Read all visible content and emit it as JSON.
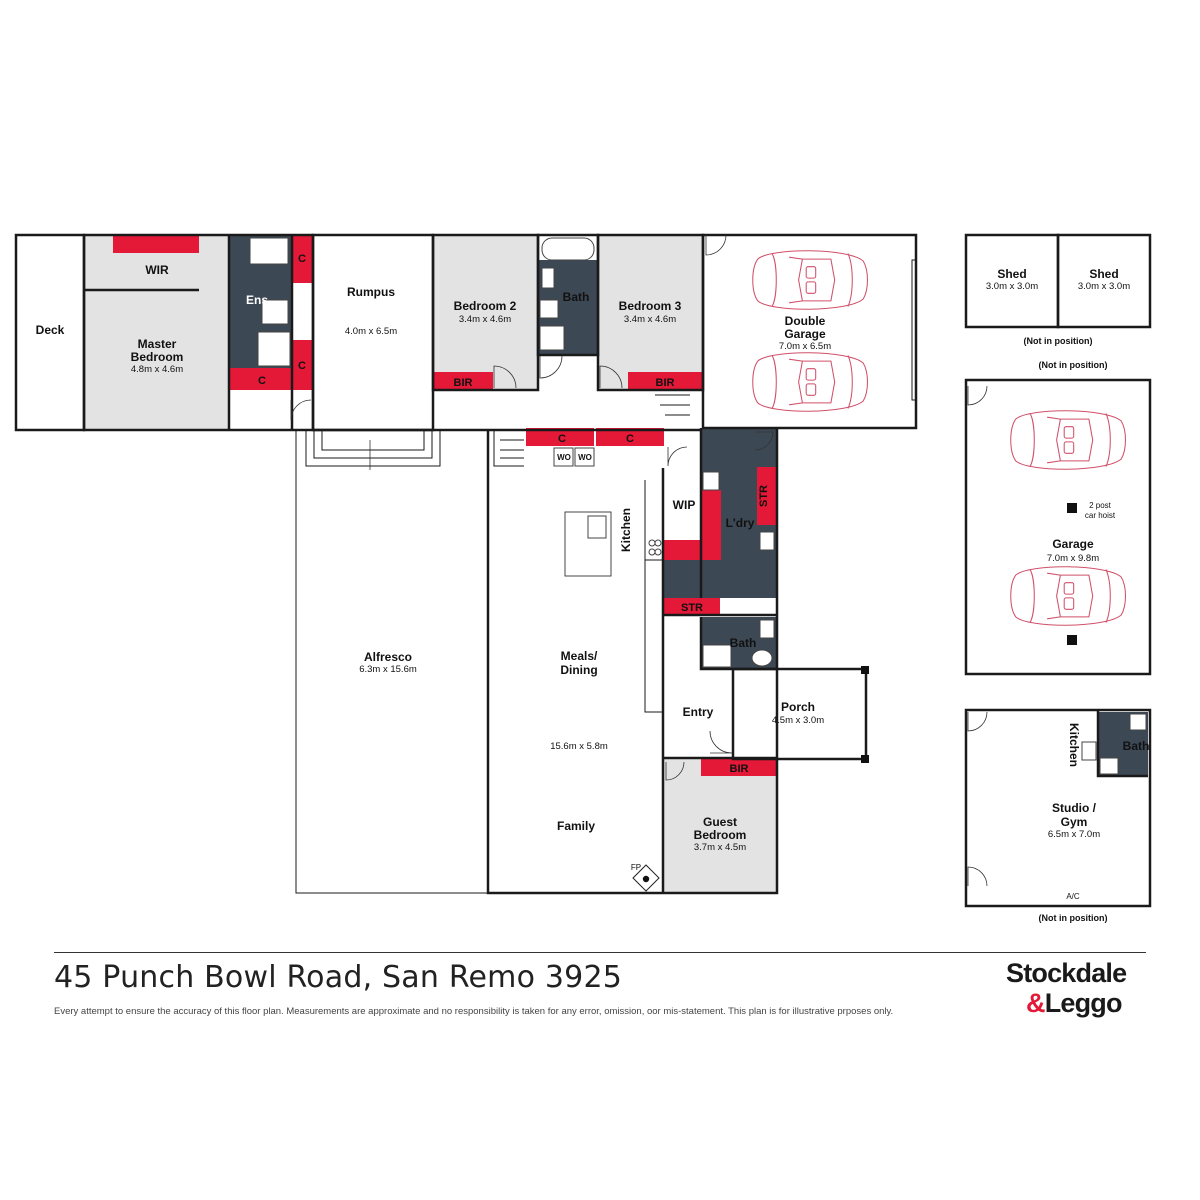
{
  "colors": {
    "built_in": "#e31937",
    "wet_area": "#3d4855",
    "room_fill": "#e3e3e3",
    "car": "#d0506a"
  },
  "rooms": {
    "deck": "Deck",
    "wir": "WIR",
    "master_bedroom": {
      "name_line1": "Master",
      "name_line2": "Bedroom",
      "dim": "4.8m x 4.6m"
    },
    "ensuite": "Ens",
    "rumpus": {
      "name": "Rumpus",
      "dim": "4.0m x 6.5m"
    },
    "bedroom2": {
      "name": "Bedroom 2",
      "dim": "3.4m x 4.6m"
    },
    "bath_upper": "Bath",
    "bedroom3": {
      "name": "Bedroom 3",
      "dim": "3.4m x 4.6m"
    },
    "double_garage": {
      "name_line1": "Double",
      "name_line2": "Garage",
      "dim": "7.0m x 6.5m"
    },
    "alfresco": {
      "name": "Alfresco",
      "dim": "6.3m x 15.6m"
    },
    "kitchen": "Kitchen",
    "wip": "WIP",
    "laundry": "L'dry",
    "meals_dining": {
      "name_line1": "Meals/",
      "name_line2": "Dining",
      "dim": "15.6m x 5.8m"
    },
    "family": "Family",
    "bath_lower": "Bath",
    "entry": "Entry",
    "porch": {
      "name": "Porch",
      "dim": "4.5m x 3.0m"
    },
    "guest_bedroom": {
      "name_line1": "Guest",
      "name_line2": "Bedroom",
      "dim": "3.7m x 4.5m"
    },
    "fireplace": "FP",
    "shed1": {
      "name": "Shed",
      "dim": "3.0m x 3.0m"
    },
    "shed2": {
      "name": "Shed",
      "dim": "3.0m x 3.0m"
    },
    "garage": {
      "name": "Garage",
      "dim": "7.0m x 9.8m",
      "hoist_line1": "2 post",
      "hoist_line2": "car hoist"
    },
    "studio": {
      "name_line1": "Studio /",
      "name_line2": "Gym",
      "dim": "6.5m x 7.0m",
      "kitchen": "Kitchen",
      "bath": "Bath",
      "ac": "A/C"
    }
  },
  "tags": {
    "c": "C",
    "bir": "BIR",
    "str": "STR",
    "wo": "WO"
  },
  "notes": {
    "not_in_position": "(Not in position)"
  },
  "footer": {
    "address": "45 Punch Bowl Road, San Remo 3925",
    "disclaimer": "Every attempt to ensure the accuracy of this floor plan.  Measurements are approximate and no responsibility is taken for any error, omission, oor mis-statement.  This plan is for illustrative prposes only."
  },
  "logo": {
    "line1": "Stockdale",
    "ampersand": "&",
    "line2": "Leggo"
  }
}
